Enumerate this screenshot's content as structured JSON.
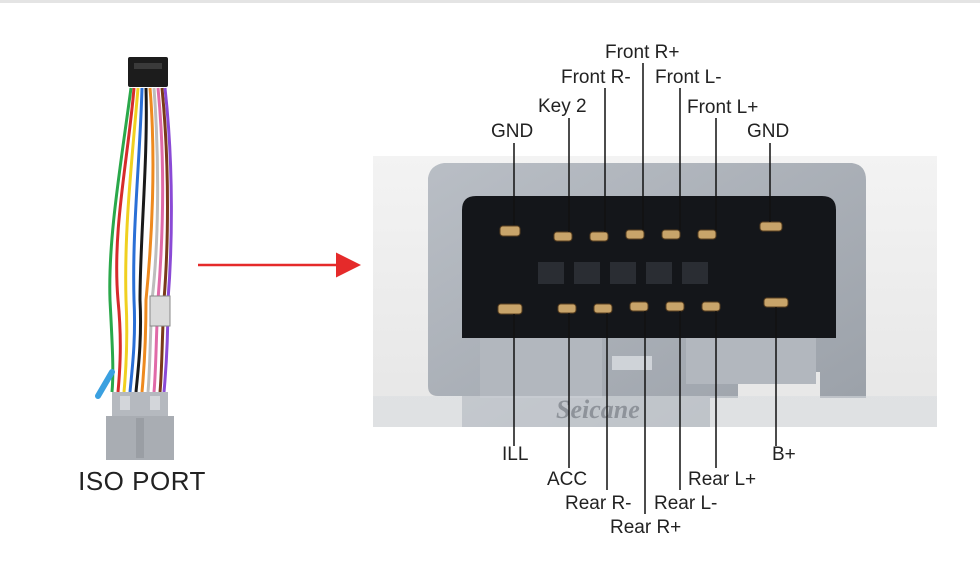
{
  "left": {
    "title": "ISO PORT"
  },
  "watermark": "Seicane",
  "pins_top": {
    "front_r_plus": "Front R+",
    "front_r_minus": "Front R-",
    "front_l_minus": "Front L-",
    "key2": "Key 2",
    "front_l_plus": "Front L+",
    "gnd_left": "GND",
    "gnd_right": "GND"
  },
  "pins_bottom": {
    "ill": "ILL",
    "acc": "ACC",
    "rear_r_minus": "Rear R-",
    "rear_r_plus": "Rear R+",
    "rear_l_minus": "Rear L-",
    "rear_l_plus": "Rear L+",
    "b_plus": "B+"
  },
  "colors": {
    "arrow": "#e52a2a",
    "housing": "#a8adb5",
    "leader": "#111111"
  },
  "icons": [
    "wire-harness-image",
    "connector-closeup-image",
    "arrow-icon"
  ]
}
